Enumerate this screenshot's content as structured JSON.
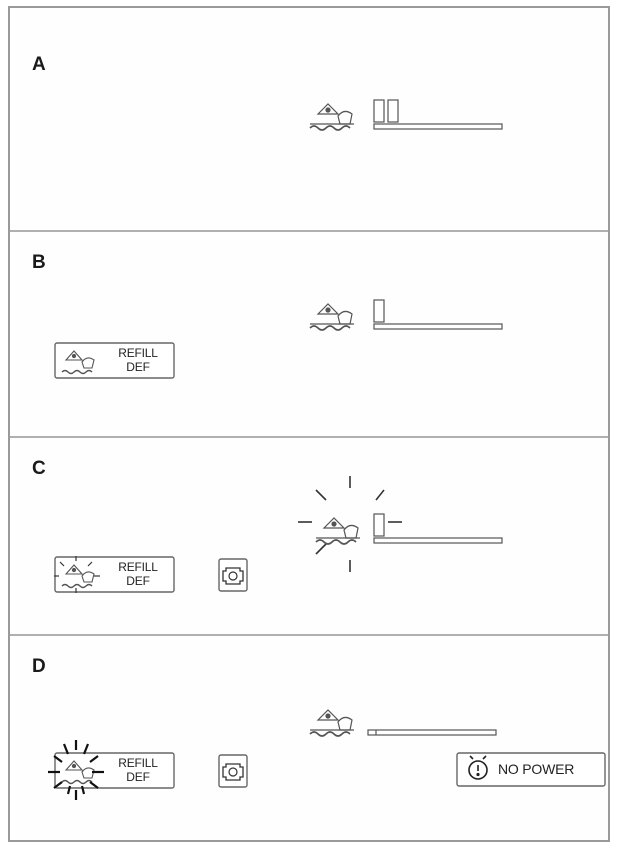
{
  "panels": [
    {
      "letter": "A",
      "gauge_level": "two segments",
      "message": null,
      "engine_warning": false,
      "no_power": false
    },
    {
      "letter": "B",
      "gauge_level": "one segment",
      "message": {
        "line1": "REFILL",
        "line2": "DEF",
        "flashing": false
      },
      "engine_warning": false,
      "no_power": false
    },
    {
      "letter": "C",
      "gauge_level": "one segment (flashing)",
      "message": {
        "line1": "REFILL",
        "line2": "DEF",
        "flashing": true
      },
      "engine_warning": true,
      "no_power": false
    },
    {
      "letter": "D",
      "gauge_level": "empty",
      "message": {
        "line1": "REFILL",
        "line2": "DEF",
        "flashing": true
      },
      "engine_warning": true,
      "no_power": true
    }
  ],
  "no_power_label": "NO POWER",
  "colors": {
    "line": "#555555",
    "border": "#9a9a9a",
    "divider": "#b0b0b0"
  },
  "icons": {
    "def_fluid": "def-fluid-icon",
    "engine": "engine-check-icon",
    "warning": "exclamation-circle-icon"
  }
}
